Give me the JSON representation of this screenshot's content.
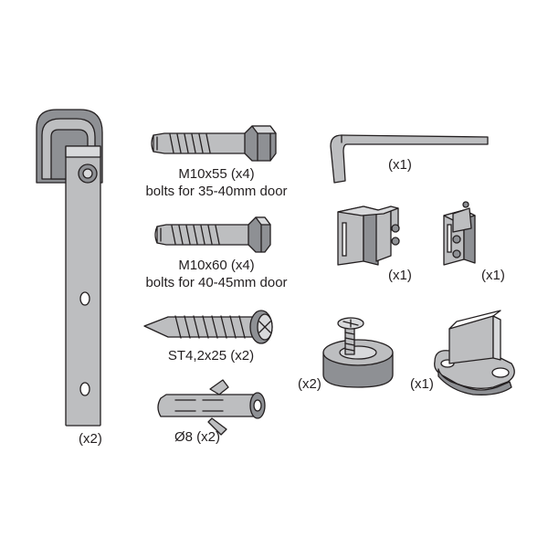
{
  "labels": {
    "hanger_qty": "(x2)",
    "bolt55_spec": "M10x55 (x4)",
    "bolt55_desc": "bolts for 35-40mm door",
    "bolt60_spec": "M10x60 (x4)",
    "bolt60_desc": "bolts for 40-45mm door",
    "screw_spec": "ST4,2x25 (x2)",
    "anchor_spec": "Ø8 (x2)",
    "wrench_qty": "(x1)",
    "stop_large_qty": "(x1)",
    "stop_small_qty": "(x1)",
    "roller_guide_qty": "(x2)",
    "floor_guide_qty": "(x1)"
  },
  "colors": {
    "part_fill": "#bdbec0",
    "part_shadow": "#8e9094",
    "outline": "#231f20",
    "background": "#ffffff"
  }
}
